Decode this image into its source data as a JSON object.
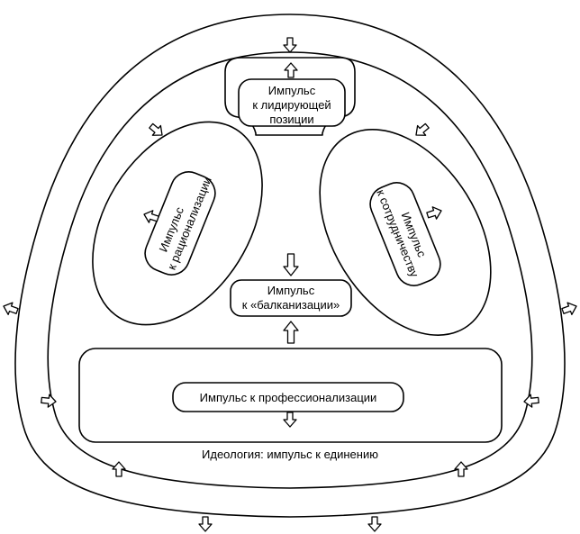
{
  "diagram": {
    "labels": {
      "leadership_line1": "Импульс",
      "leadership_line2": "к лидирующей",
      "leadership_line3": "позиции",
      "rationalization_line1": "Импульс",
      "rationalization_line2": "к рационализации",
      "cooperation_line1": "Импульс",
      "cooperation_line2": "к сотрудничеству",
      "balkanization_line1": "Импульс",
      "balkanization_line2": "к «балканизации»",
      "professionalization": "Импульс к профессионализации",
      "ideology": "Идеология: импульс к единению"
    },
    "colors": {
      "line": "#000000",
      "fill": "#ffffff"
    }
  }
}
